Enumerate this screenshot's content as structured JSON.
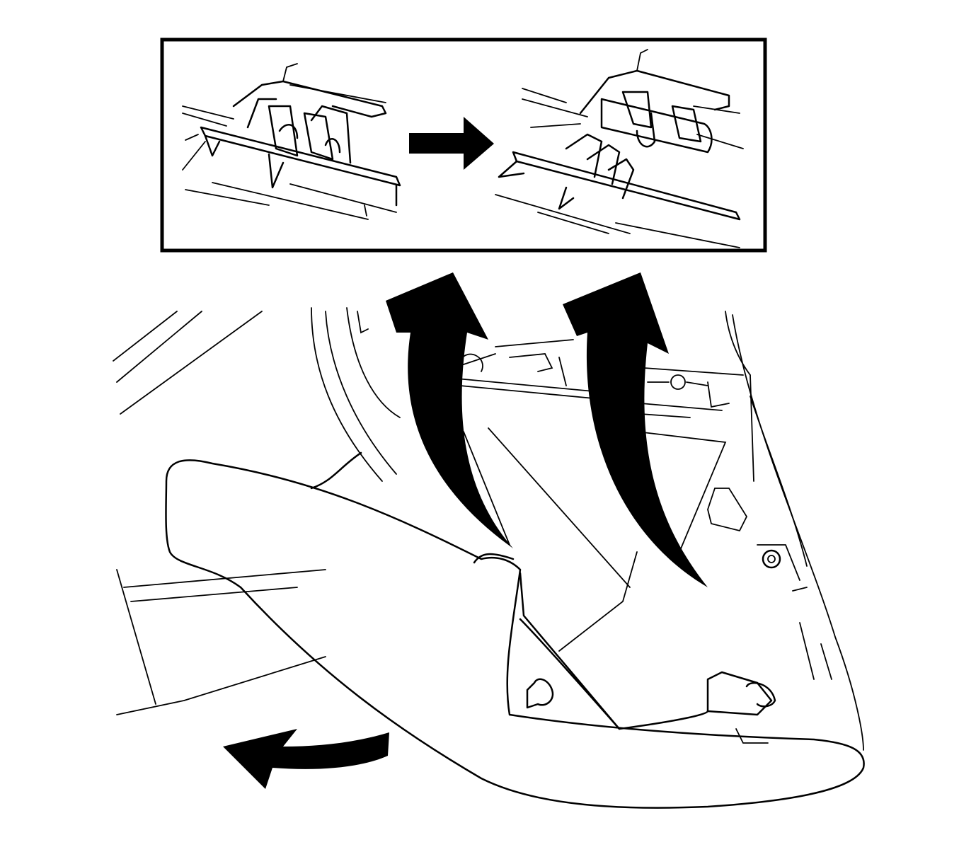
{
  "colors": {
    "line": "#000000",
    "background": "#ffffff"
  },
  "inset": {
    "arrow_direction": "right"
  },
  "arrows": [
    "curved-arrow-up-left",
    "curved-arrow-up-right",
    "curved-arrow-left"
  ]
}
